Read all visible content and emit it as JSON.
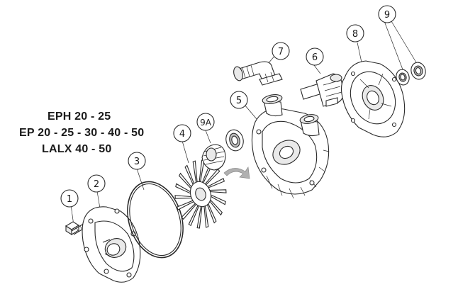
{
  "models": {
    "line1": "EPH 20 - 25",
    "line2": "EP 20 - 25 - 30 - 40 - 50",
    "line3": "LALX 40 - 50"
  },
  "callouts": [
    "1",
    "2",
    "3",
    "4",
    "9A",
    "5",
    "7",
    "6",
    "8",
    "9"
  ],
  "colors": {
    "line": "#2a2a2a",
    "rotation_arrow": "#b0b0b0",
    "background": "#ffffff"
  }
}
